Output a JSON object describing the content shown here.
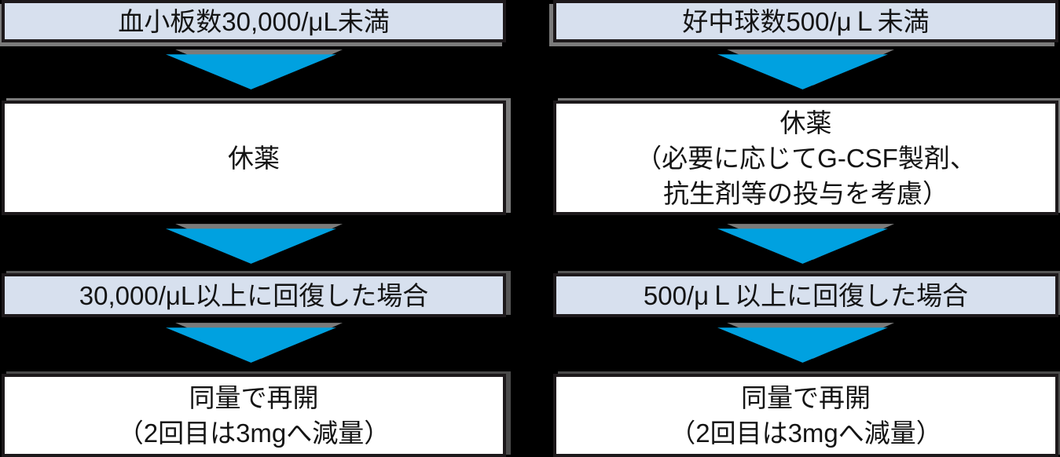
{
  "diagram": {
    "name": "dose-modification-flowchart",
    "colors": {
      "background": "#000000",
      "condition_fill": "#d7e0ee",
      "action_fill": "#ffffff",
      "box_border": "#1d191b",
      "arrow_blue": "#00a1e0",
      "shadow_gray": "#7b7b7b",
      "text": "#141414"
    },
    "columns": [
      {
        "id": "platelet",
        "steps": [
          {
            "kind": "condition",
            "lines": [
              "血小板数30,000/μL未満"
            ]
          },
          {
            "kind": "action",
            "lines": [
              "休薬"
            ]
          },
          {
            "kind": "condition",
            "lines": [
              "30,000/μL以上に回復した場合"
            ]
          },
          {
            "kind": "action",
            "lines": [
              "同量で再開",
              "（2回目は3mgへ減量）"
            ]
          }
        ]
      },
      {
        "id": "neutrophil",
        "steps": [
          {
            "kind": "condition",
            "lines": [
              "好中球数500/μＬ未満"
            ]
          },
          {
            "kind": "action",
            "lines": [
              "休薬",
              "（必要に応じてG-CSF製剤、",
              "抗生剤等の投与を考慮）"
            ]
          },
          {
            "kind": "condition",
            "lines": [
              "500/μＬ以上に回復した場合"
            ]
          },
          {
            "kind": "action",
            "lines": [
              "同量で再開",
              "（2回目は3mgへ減量）"
            ]
          }
        ]
      }
    ]
  }
}
